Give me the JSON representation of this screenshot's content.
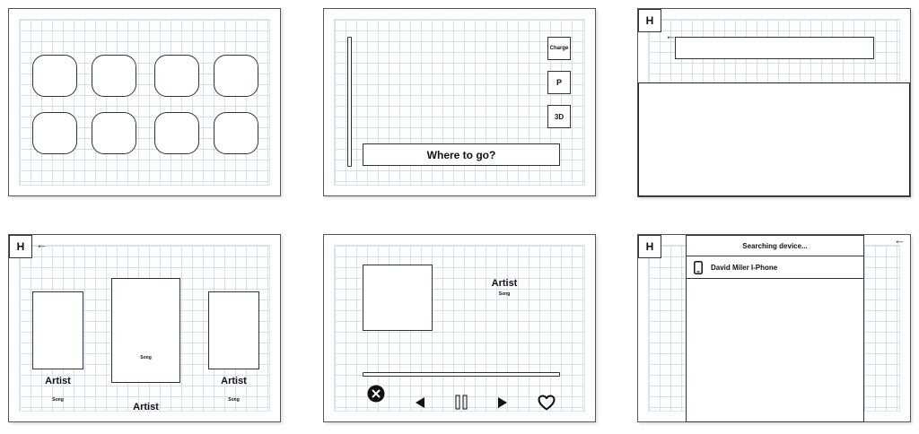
{
  "frame2": {
    "buttons": {
      "charge": "Charge",
      "p": "P",
      "three_d": "3D"
    },
    "destination": "Where to go?"
  },
  "frame3": {
    "home": "H"
  },
  "frame4": {
    "home": "H",
    "left": {
      "artist": "Artist",
      "song": "Song"
    },
    "center": {
      "artist": "Artist",
      "song": "Song"
    },
    "right": {
      "artist": "Artist",
      "song": "Song"
    }
  },
  "frame5": {
    "artist": "Artist",
    "song": "Song",
    "icons": [
      "close-icon",
      "previous-icon",
      "pause-icon",
      "next-icon",
      "heart-icon"
    ]
  },
  "frame6": {
    "home": "H",
    "title": "Searching device...",
    "devices": [
      {
        "name": "David Miler I-Phone",
        "icon": "phone-icon"
      }
    ]
  }
}
